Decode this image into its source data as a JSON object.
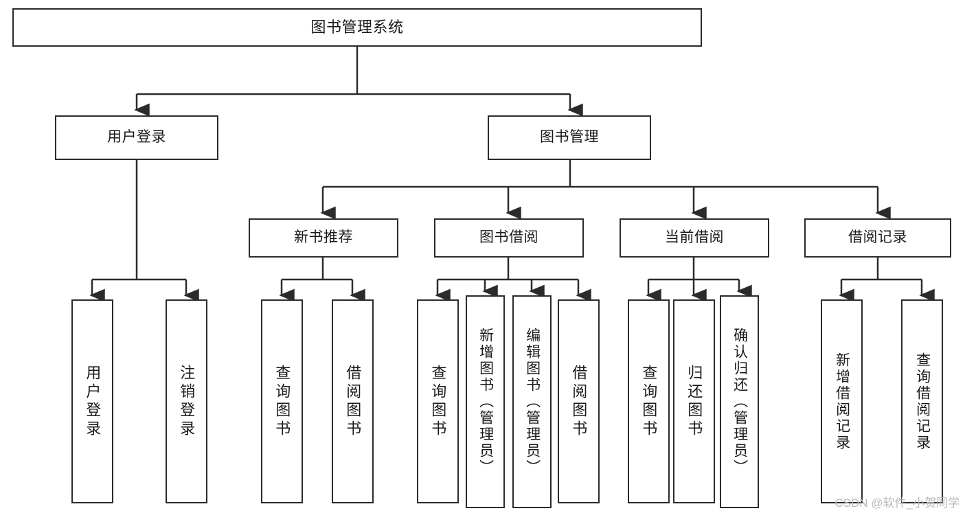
{
  "diagram": {
    "title": "图书管理系统",
    "type": "功能结构图",
    "stroke_color": "#2b2b2b",
    "background_color": "#ffffff",
    "text_color": "#1a1a1a"
  },
  "root": {
    "label": "图书管理系统"
  },
  "level2": [
    {
      "label": "用户登录"
    },
    {
      "label": "图书管理"
    }
  ],
  "level3": [
    {
      "label": "新书推荐"
    },
    {
      "label": "图书借阅"
    },
    {
      "label": "当前借阅"
    },
    {
      "label": "借阅记录"
    }
  ],
  "leaves": {
    "user_login": [
      {
        "label": "用户登录"
      },
      {
        "label": "注销登录"
      }
    ],
    "new_book_recommend": [
      {
        "label": "查询图书"
      },
      {
        "label": "借阅图书"
      }
    ],
    "book_borrow": [
      {
        "label": "查询图书"
      },
      {
        "label": "新增图书（管理员）"
      },
      {
        "label": "编辑图书（管理员）"
      },
      {
        "label": "借阅图书"
      }
    ],
    "current_borrow": [
      {
        "label": "查询图书"
      },
      {
        "label": "归还图书"
      },
      {
        "label": "确认归还（管理员）"
      }
    ],
    "borrow_record": [
      {
        "label": "新增借阅记录"
      },
      {
        "label": "查询借阅记录"
      }
    ]
  },
  "watermark": {
    "text": "CSDN @软件_小贺同学"
  }
}
